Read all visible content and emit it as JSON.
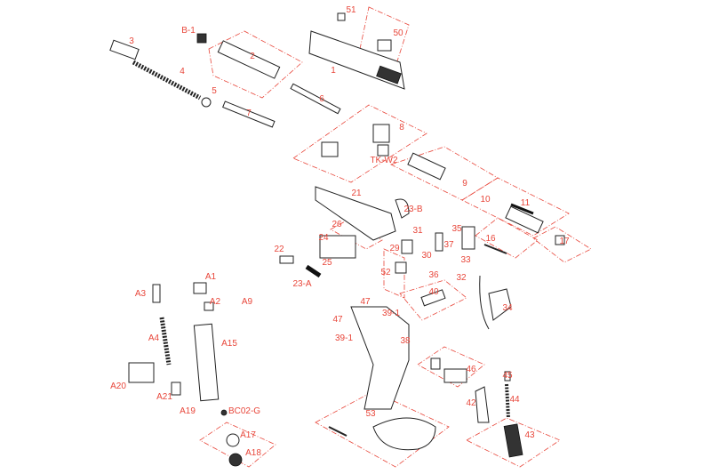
{
  "title": "Exploded parts diagram",
  "colors": {
    "label": "#e8463a",
    "line": "#222222"
  },
  "labels": [
    "51",
    "50",
    "B-1",
    "3",
    "2",
    "1",
    "4",
    "5",
    "6",
    "7",
    "8",
    "TK-W2",
    "9",
    "10",
    "11",
    "21",
    "23-B",
    "35",
    "26",
    "24",
    "31",
    "37",
    "29",
    "30",
    "22",
    "16",
    "17",
    "25",
    "33",
    "52",
    "36",
    "32",
    "23-A",
    "40",
    "34",
    "A1",
    "A3",
    "A2",
    "A9",
    "A4",
    "A15",
    "47",
    "39-1",
    "47",
    "39-1",
    "38",
    "A20",
    "A21",
    "A19",
    "BC02-G",
    "46",
    "45",
    "42",
    "44",
    "53",
    "A17",
    "A18",
    "43"
  ]
}
